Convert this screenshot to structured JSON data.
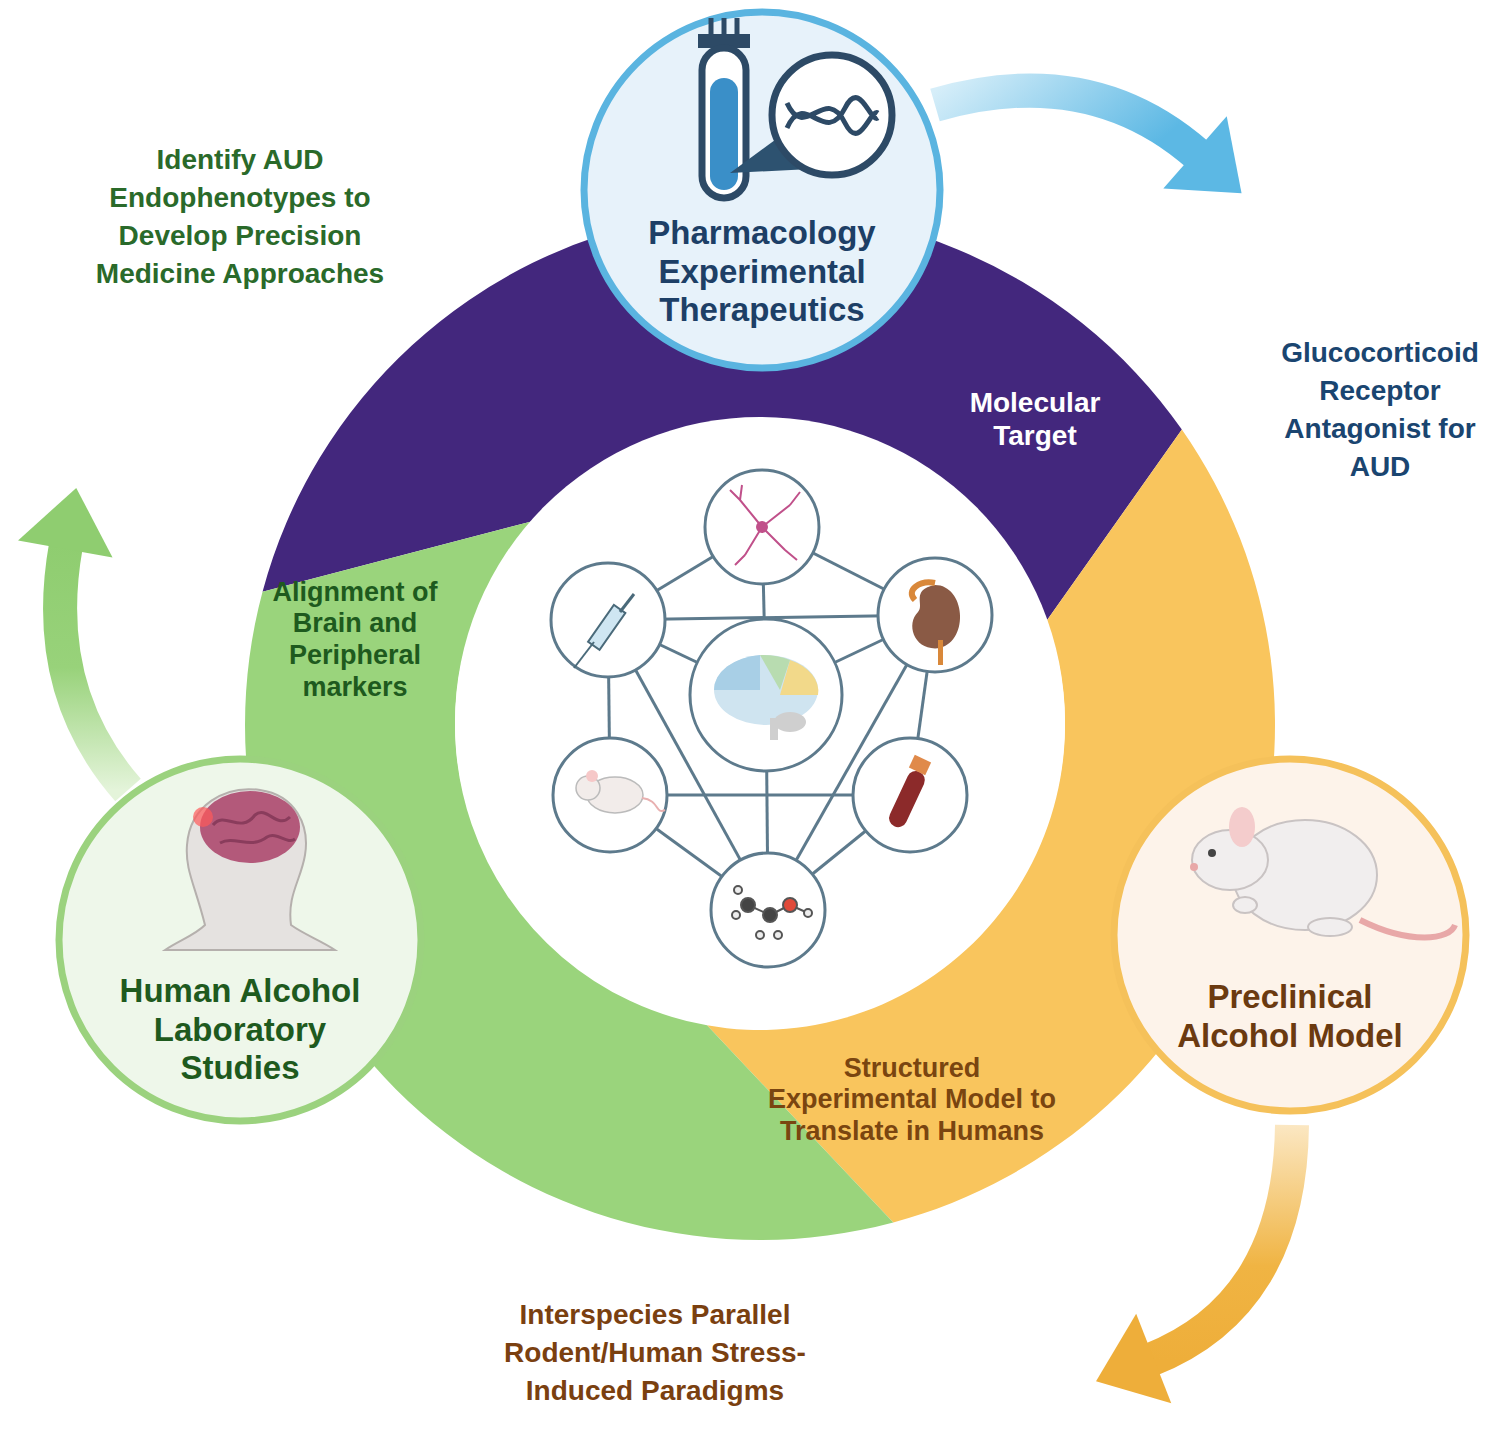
{
  "diagram": {
    "nodes": [
      {
        "text": [
          "Pharmacology Experimental Therapeutics"
        ]
      },
      {
        "text": [
          "Molecular Target"
        ]
      },
      {
        "text": [
          "Preclinical Alcohol Model"
        ]
      },
      {
        "text": [
          "Structured Experimental Model to Translate in Humans"
        ]
      },
      {
        "text": [
          "Human Alcohol Laboratory Studies"
        ]
      },
      {
        "text": [
          "Alignment of Brain and Peripheral markers"
        ]
      }
    ],
    "labels": [
      "Identify AUD Endophenotypes to Develop Precision Medicine Approaches",
      "Glucocorticoid Receptor Antagonist for AUD",
      "Interspecies Parallel Rodent/Human Stress-Induced Paradigms"
    ]
  }
}
